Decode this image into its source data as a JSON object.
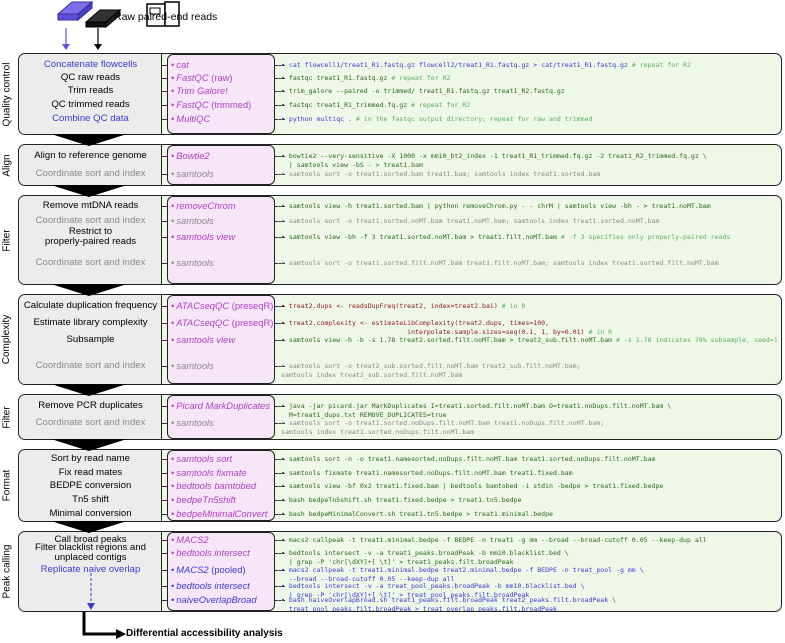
{
  "header": {
    "raw_reads_label": "Raw paired-end reads"
  },
  "sections": [
    {
      "label": "Quality control",
      "rows": [
        {
          "step": "Concatenate flowcells",
          "step_color": "blue",
          "tool": "cat",
          "tool_suffix": "",
          "tool_color": "pink",
          "code": "cat flowcell1/treat1_R1.fastq.gz flowcell2/treat1_R1.fastq.gz > cat/treat1_R1.fastq.gz",
          "comment": "# repeat for R2",
          "code_color": "blue"
        },
        {
          "step": "QC raw reads",
          "step_color": "black",
          "tool": "FastQC",
          "tool_suffix": " (raw)",
          "tool_color": "pink",
          "code": "fastqc treat1_R1.fastq.gz",
          "comment": "# repeat for R2",
          "code_color": "green"
        },
        {
          "step": "Trim reads",
          "step_color": "black",
          "tool": "Trim Galore!",
          "tool_suffix": "",
          "tool_color": "pink",
          "code": "trim_galore --paired -o trimmed/ treat1_R1.fastq.gz treat1_R2.fastq.gz",
          "comment": "",
          "code_color": "green"
        },
        {
          "step": "QC trimmed reads",
          "step_color": "black",
          "tool": "FastQC",
          "tool_suffix": " (trimmed)",
          "tool_color": "pink",
          "code": "fastqc treat1_R1_trimmed.fq.gz",
          "comment": "# repeat for R2",
          "code_color": "green"
        },
        {
          "step": "Combine QC data",
          "step_color": "blue",
          "tool": "MultiQC",
          "tool_suffix": "",
          "tool_color": "pink",
          "code": "python multiqc .",
          "comment": "# in the fastqc output directory; repeat for raw and trimmed",
          "code_color": "blue"
        }
      ]
    },
    {
      "label": "Align",
      "rows": [
        {
          "step": "Align to reference genome",
          "step_color": "black",
          "tool": "Bowtie2",
          "tool_suffix": "",
          "tool_color": "pink",
          "code": "bowtie2 --very-sensitive -X 1000 -x mm10_bt2_index -1 treat1_R1_trimmed.fq.gz -2 treat1_R2_trimmed.fq.gz \\\n  | samtools view -bS - > treat1.bam",
          "comment": "",
          "code_color": "green"
        },
        {
          "step": "Coordinate sort and index",
          "step_color": "gray",
          "tool": "samtools",
          "tool_suffix": "",
          "tool_color": "gray",
          "code": "samtools sort -o treat1.sorted.bam treat1.bam; samtools index treat1.sorted.bam",
          "comment": "",
          "code_color": "gray"
        }
      ]
    },
    {
      "label": "Filter",
      "rows": [
        {
          "step": "Remove mtDNA reads",
          "step_color": "black",
          "tool": "removeChrom",
          "tool_suffix": "",
          "tool_color": "pink",
          "code": "samtools view -h treat1.sorted.bam | python removeChrom.py - - chrM | samtools view -bh - > treat1.noMT.bam",
          "comment": "",
          "code_color": "green"
        },
        {
          "step": "Coordinate sort and index",
          "step_color": "gray",
          "tool": "samtools",
          "tool_suffix": "",
          "tool_color": "gray",
          "code": "samtools sort -o treat1.sorted.noMT.bam treat1.noMT.bam; samtools index treat1.sorted.noMT.bam",
          "comment": "",
          "code_color": "gray"
        },
        {
          "step": "Restrict to\nproperly-paired reads",
          "step_color": "black",
          "tool": "samtools view",
          "tool_suffix": "",
          "tool_color": "pink",
          "code": "samtools view -bh -f 3 treat1.sorted.noMT.bam > treat1.filt.noMT.bam",
          "comment": "# -f 3 specifies only properly-paired reads",
          "code_color": "green"
        },
        {
          "step": "Coordinate sort and index",
          "step_color": "gray",
          "tool": "samtools",
          "tool_suffix": "",
          "tool_color": "gray",
          "code": "samtools sort -o treat1.sorted.filt.noMT.bam treat1.filt.noMT.bam; samtools index treat1.sorted.filt.noMT.bam",
          "comment": "",
          "code_color": "gray"
        }
      ]
    },
    {
      "label": "Complexity",
      "rows": [
        {
          "step": "Calculate duplication frequency",
          "step_color": "black",
          "tool": "ATACseqQC",
          "tool_suffix": " (preseqR)",
          "tool_color": "pink",
          "code": "treat2.dups <- readsDupFreq(treat2, index=treat2.bai)",
          "comment": "# in R",
          "code_color": "red"
        },
        {
          "step": "Estimate library complexity",
          "step_color": "black",
          "tool": "ATACseqQC",
          "tool_suffix": " (preseqR)",
          "tool_color": "pink",
          "code": "treat2.complexity <- estimateLibComplexity(treat2.dups, times=100,\n                                interpolate.sample.sizes=seq(0.1, 1, by=0.01)",
          "comment": "# in R",
          "code_color": "red"
        },
        {
          "step": "Subsample",
          "step_color": "black",
          "tool": "samtools view",
          "tool_suffix": "",
          "tool_color": "pink",
          "code": "samtools view -h -b -s 1.78 treat2.sorted.filt.noMT.bam > treat2_sub.filt.noMT.bam",
          "comment": "# -s 1.78 indicates 78% subsample, seed=1",
          "code_color": "green"
        },
        {
          "step": "Coordinate sort and index",
          "step_color": "gray",
          "tool": "samtools",
          "tool_suffix": "",
          "tool_color": "gray",
          "code": "samtools sort -o treat2_sub.sorted.filt.noMT.bam treat2_sub.filt.noMT.bam;\nsamtools index treat2_sub.sorted.filt.noMT.bam",
          "comment": "",
          "code_color": "gray"
        }
      ]
    },
    {
      "label": "Filter",
      "rows": [
        {
          "step": "Remove PCR duplicates",
          "step_color": "black",
          "tool": "Picard MarkDuplicates",
          "tool_suffix": "",
          "tool_color": "pink",
          "code": "java -jar picard.jar MarkDuplicates I=treat1.sorted.filt.noMT.bam O=treat1.noDups.filt.noMT.bam \\\n  M=treat1_dups.txt REMOVE_DUPLICATES=true",
          "comment": "",
          "code_color": "green"
        },
        {
          "step": "Coordinate sort and index",
          "step_color": "gray",
          "tool": "samtools",
          "tool_suffix": "",
          "tool_color": "gray",
          "code": "samtools sort -o treat1.sorted.noDups.filt.noMT.bam treat1.noDups.filt.noMT.bam;\nsamtools index treat1.sorted.noDups.filt.noMT.bam",
          "comment": "",
          "code_color": "gray"
        }
      ]
    },
    {
      "label": "Format",
      "rows": [
        {
          "step": "Sort by read name",
          "step_color": "black",
          "tool": "samtools sort",
          "tool_suffix": "",
          "tool_color": "pink",
          "code": "samtools sort -n -o treat1.namesorted.noDups.filt.noMT.bam treat1.sorted.noDups.filt.noMT.bam",
          "comment": "",
          "code_color": "green"
        },
        {
          "step": "Fix read mates",
          "step_color": "black",
          "tool": "samtools fixmate",
          "tool_suffix": "",
          "tool_color": "pink",
          "code": "samtools fixmate treat1.namesorted.noDups.filt.noMT.bam treat1.fixed.bam",
          "comment": "",
          "code_color": "green"
        },
        {
          "step": "BEDPE conversion",
          "step_color": "black",
          "tool": "bedtools bamtobed",
          "tool_suffix": "",
          "tool_color": "pink",
          "code": "samtools view -bf 0x2 treat1.fixed.bam | bedtools bamtobed -i stdin -bedpe > treat1.fixed.bedpe",
          "comment": "",
          "code_color": "green"
        },
        {
          "step": "Tn5 shift",
          "step_color": "black",
          "tool": "bedpeTn5shift",
          "tool_suffix": "",
          "tool_color": "pink",
          "code": "bash bedpeTn5shift.sh treat1.fixed.bedpe > treat1.tn5.bedpe",
          "comment": "",
          "code_color": "green"
        },
        {
          "step": "Minimal conversion",
          "step_color": "black",
          "tool": "bedpeMinimalConvert",
          "tool_suffix": "",
          "tool_color": "pink",
          "code": "bash bedpeMinimalConvert.sh treat1.tn5.bedpe > treat1.minimal.bedpe",
          "comment": "",
          "code_color": "green"
        }
      ]
    },
    {
      "label": "Peak calling",
      "rows": [
        {
          "step": "Call broad peaks",
          "step_color": "black",
          "tool": "MACS2",
          "tool_suffix": "",
          "tool_color": "pink",
          "code": "macs2 callpeak -t treat1.minimal.bedpe -f BEDPE -n treat1 -g mm --broad --broad-cutoff 0.05 --keep-dup all",
          "comment": "",
          "code_color": "green"
        },
        {
          "step": "Filter blacklist regions and\nunplaced contigs",
          "step_color": "black",
          "tool": "bedtools intersect",
          "tool_suffix": "",
          "tool_color": "pink",
          "code": "bedtools intersect -v -a treat1_peaks.broadPeak -b mm10.blacklist.bed \\\n  | grep -P 'chr[\\dXY]+[ \\t]' > treat1_peaks.filt.broadPeak",
          "comment": "",
          "code_color": "green"
        },
        {
          "step": "Replicate naive overlap",
          "step_color": "blue",
          "tool": "MACS2",
          "tool_suffix": " (pooled)",
          "tool_color": "blue",
          "code": "macs2 callpeak -t treat1.minimal.bedpe treat2.minimal.bedpe -f BEDPE -n treat_pool -g mm \\\n  --broad --broad-cutoff 0.05 --keep-dup all",
          "comment": "",
          "code_color": "blue"
        },
        {
          "step": "",
          "step_color": "blue",
          "tool": "bedtools intersect",
          "tool_suffix": "",
          "tool_color": "blue",
          "code": "bedtools intersect -v -a treat_pool_peaks.broadPeak -b mm10.blacklist.bed \\\n  | grep -P 'chr[\\dXY]+[ \\t]' > treat_pool_peaks.filt.broadPeak",
          "comment": "",
          "code_color": "blue"
        },
        {
          "step": "",
          "step_color": "blue",
          "tool": "naiveOverlapBroad",
          "tool_suffix": "",
          "tool_color": "blue",
          "code": "bash naiveOverlapBroad.sh treat1_peaks.filt.broadPeak treat2_peaks.filt.broadPeak \\\n  treat_pool_peaks.filt.broadPeak > treat_overlap_peaks.filt.broadPeak",
          "comment": "",
          "code_color": "blue"
        }
      ]
    }
  ],
  "footer": {
    "next_step": "Differential accessibility analysis"
  },
  "colors": {
    "step_bg": "#ececec",
    "tool_bg": "#f7e6f8",
    "code_bg": "#eef7e8",
    "pink": "#b040c8",
    "blue": "#3b3bd0",
    "green": "#2a6a1a",
    "gray": "#8a8a8a",
    "red": "#8b1a1a"
  }
}
